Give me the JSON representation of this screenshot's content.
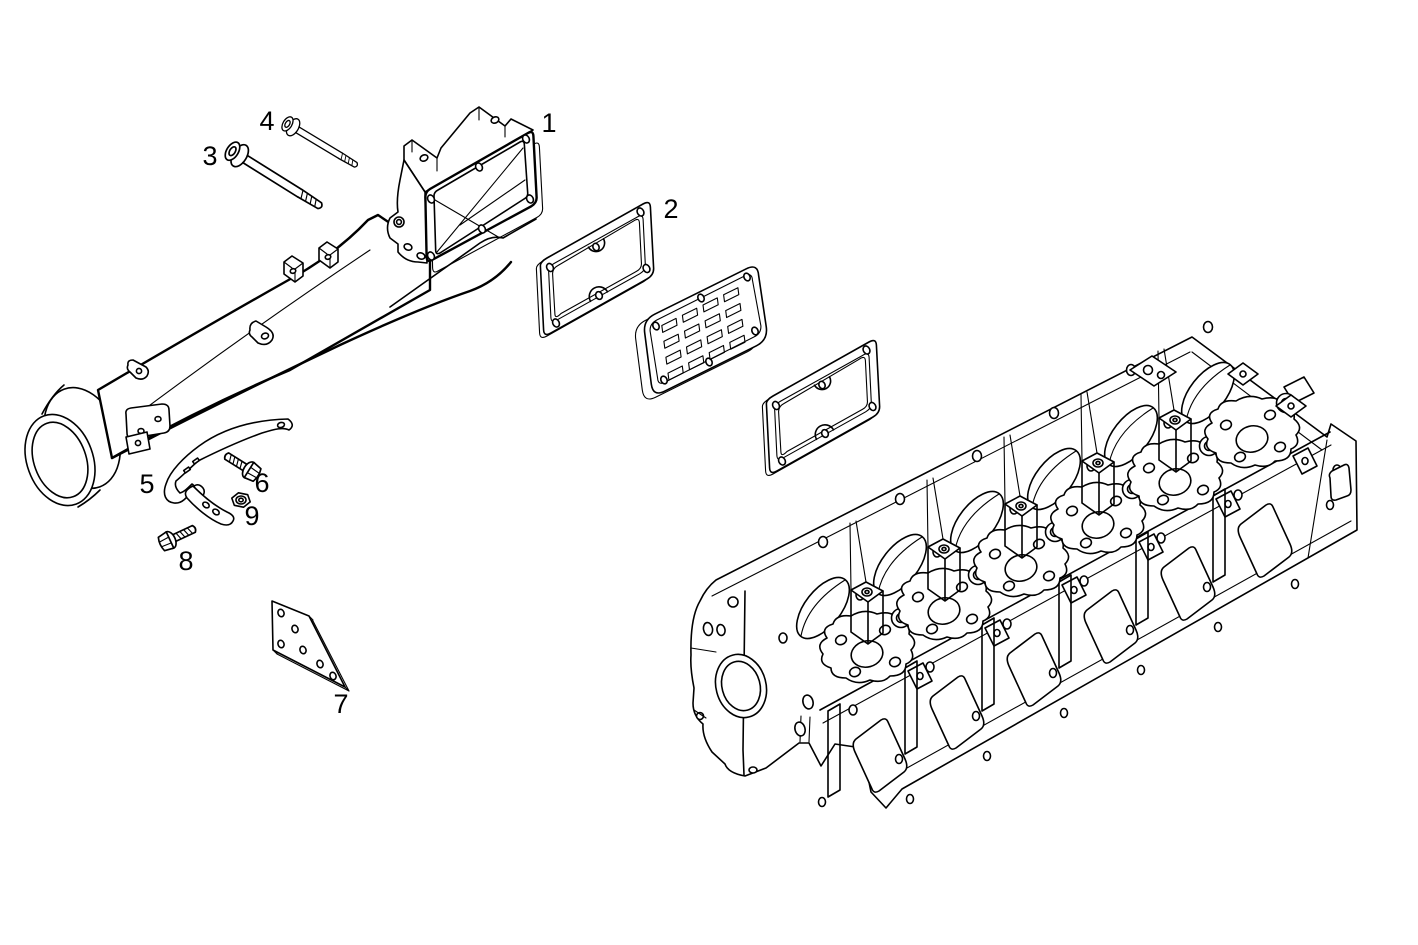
{
  "figure": {
    "background": "#ffffff",
    "line_color": "#000000"
  },
  "callouts": [
    {
      "id": "1",
      "text": "1"
    },
    {
      "id": "2",
      "text": "2"
    },
    {
      "id": "3",
      "text": "3"
    },
    {
      "id": "4",
      "text": "4"
    },
    {
      "id": "5",
      "text": "5"
    },
    {
      "id": "6",
      "text": "6"
    },
    {
      "id": "7",
      "text": "7"
    },
    {
      "id": "8",
      "text": "8"
    },
    {
      "id": "9",
      "text": "9"
    }
  ]
}
